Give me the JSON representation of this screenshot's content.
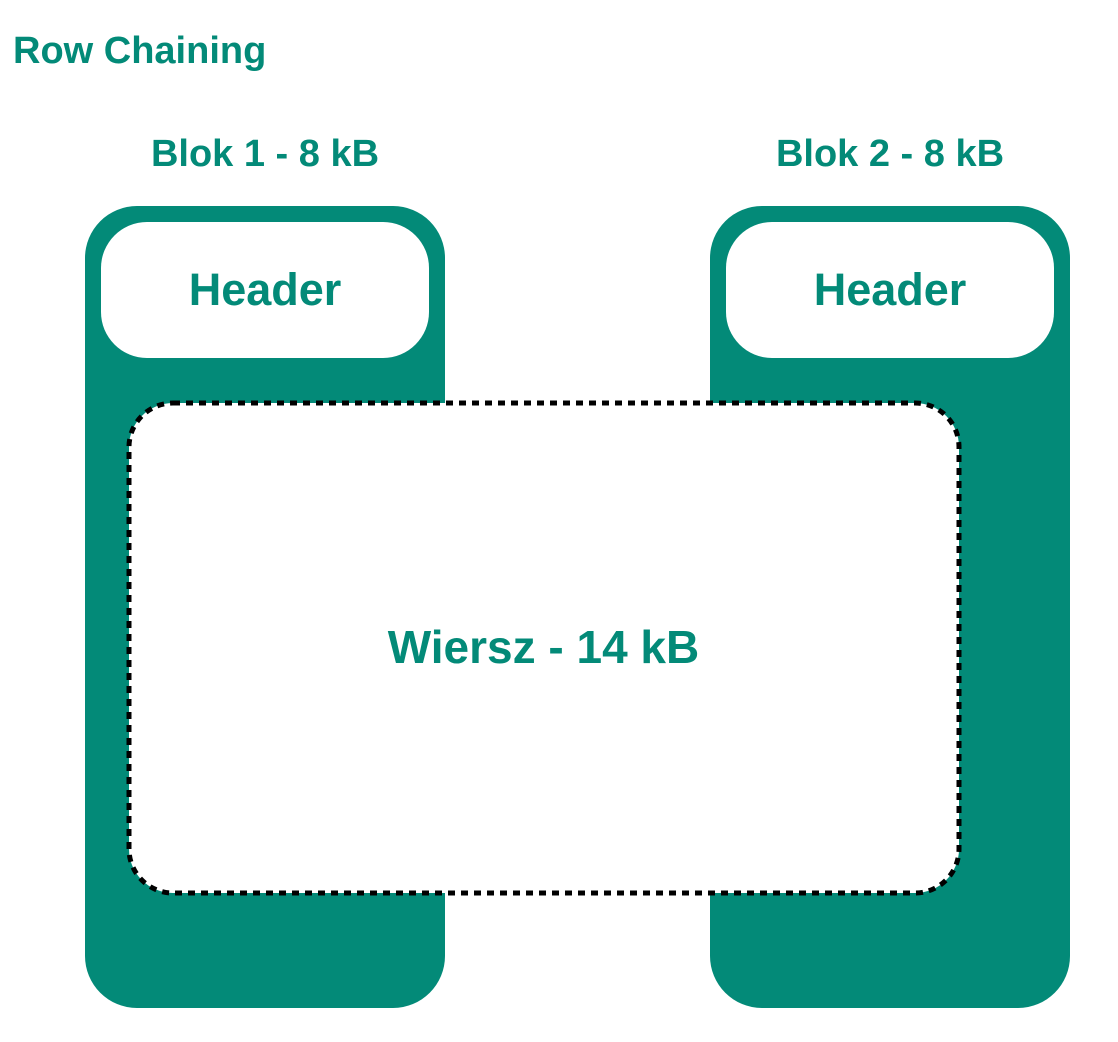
{
  "title": "Row Chaining",
  "blocks": [
    {
      "label": "Blok 1 - 8 kB",
      "header": "Header"
    },
    {
      "label": "Blok 2 - 8 kB",
      "header": "Header"
    }
  ],
  "row": {
    "label": "Wiersz - 14 kB"
  },
  "colors": {
    "accent": "#038a78",
    "border": "#000000"
  }
}
